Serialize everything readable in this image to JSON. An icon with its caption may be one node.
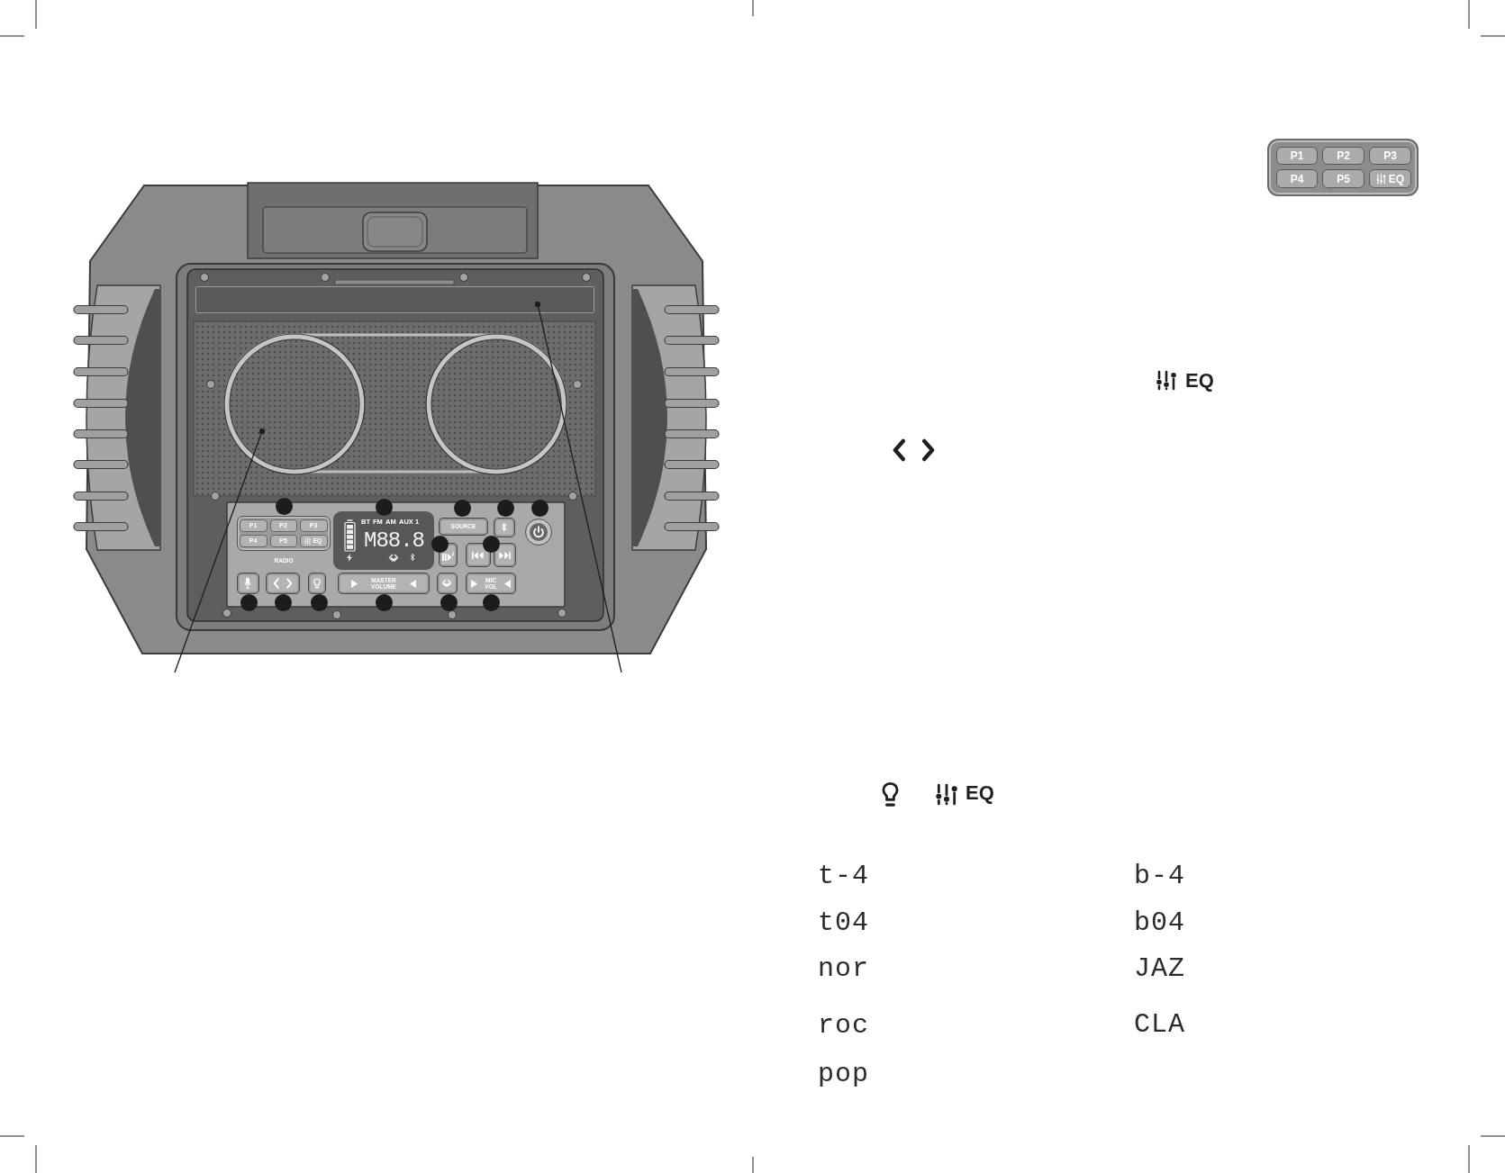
{
  "diagram": {
    "nodes": [
      {
        "text": [],
        "shape": "bar"
      },
      {
        "text": [],
        "shape": "circle"
      },
      {
        "text": [],
        "shape": "circle"
      }
    ],
    "edges": [
      {
        "from": null,
        "to": 1,
        "arrow": "other"
      },
      {
        "from": null,
        "to": 0,
        "arrow": "other"
      }
    ],
    "labels": [
      "P1",
      "P2",
      "P3",
      "P4",
      "P5",
      "EQ",
      "RADIO",
      "BT",
      "FM",
      "AM",
      "AUX 1",
      "M88.8",
      "SOURCE",
      "MASTER VOLUME",
      "MIC VOL",
      "P1",
      "P2",
      "P3",
      "P4",
      "P5",
      "EQ",
      "EQ",
      "EQ",
      "t-4",
      "b-4",
      "t04",
      "b04",
      "nor",
      "JAZ",
      "roc",
      "CLA",
      "pop"
    ]
  }
}
